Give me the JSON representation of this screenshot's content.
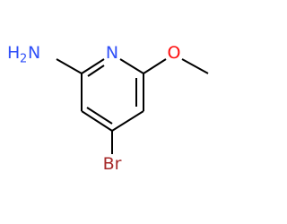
{
  "molecule": {
    "colors": {
      "bond": "#000000",
      "nitrogen": "#3050F8",
      "oxygen": "#FF0D0D",
      "bromine": "#A62929"
    },
    "labels": {
      "amine_h": "H",
      "amine_h_count": "2",
      "amine_n": "N",
      "ring_n": "N",
      "oxygen": "O",
      "bromine": "Br"
    }
  }
}
